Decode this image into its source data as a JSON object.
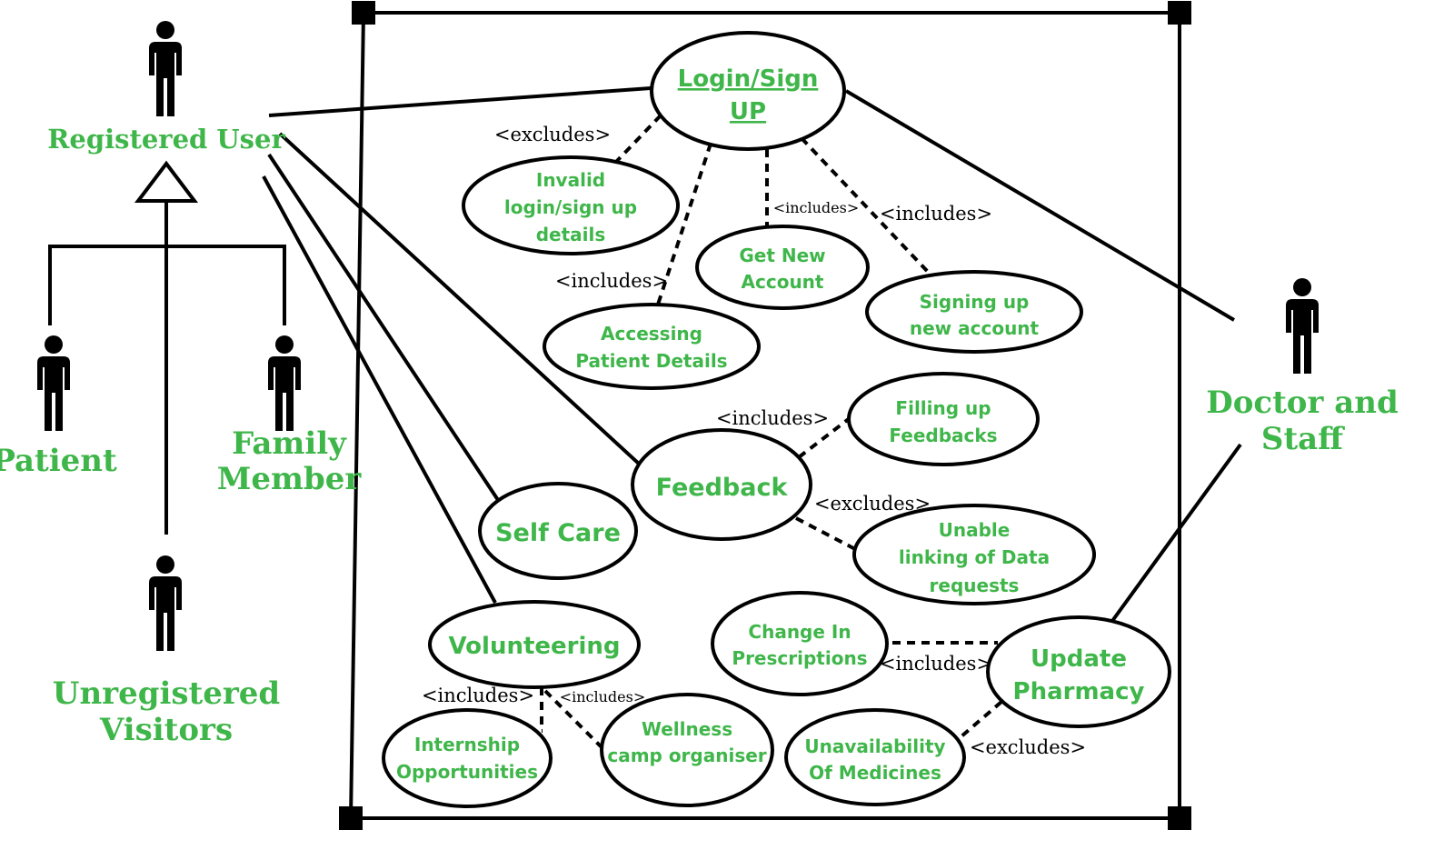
{
  "colors": {
    "accent": "#3fb64a",
    "line": "#000000"
  },
  "actors": {
    "registered_user": "Registered User",
    "patient": "Patient",
    "family_member": [
      "Family",
      "Member"
    ],
    "unregistered_visitors": [
      "Unregistered",
      "Visitors"
    ],
    "doctor_staff": [
      "Doctor and",
      "Staff"
    ]
  },
  "usecases": {
    "login": [
      "Login/Sign",
      "UP"
    ],
    "invalid": [
      "Invalid",
      "login/sign up",
      "details"
    ],
    "get_new_account": [
      "Get New",
      "Account"
    ],
    "signing_up": [
      "Signing up",
      "new account"
    ],
    "accessing_patient": [
      "Accessing",
      "Patient Details"
    ],
    "filling_feedbacks": [
      "Filling up",
      "Feedbacks"
    ],
    "feedback": [
      "Feedback"
    ],
    "unable_linking": [
      "Unable",
      "linking of  Data",
      "requests"
    ],
    "self_care": [
      "Self Care"
    ],
    "change_prescriptions": [
      "Change In",
      "Prescriptions"
    ],
    "update_pharmacy": [
      "Update",
      "Pharmacy"
    ],
    "volunteering": [
      "Volunteering"
    ],
    "internship": [
      "Internship",
      "Opportunities"
    ],
    "wellness": [
      "Wellness",
      "camp organiser"
    ],
    "unavailability": [
      "Unavailability",
      "Of Medicines"
    ]
  },
  "stereotypes": {
    "excludes": "<excludes>",
    "includes": "<includes>"
  }
}
